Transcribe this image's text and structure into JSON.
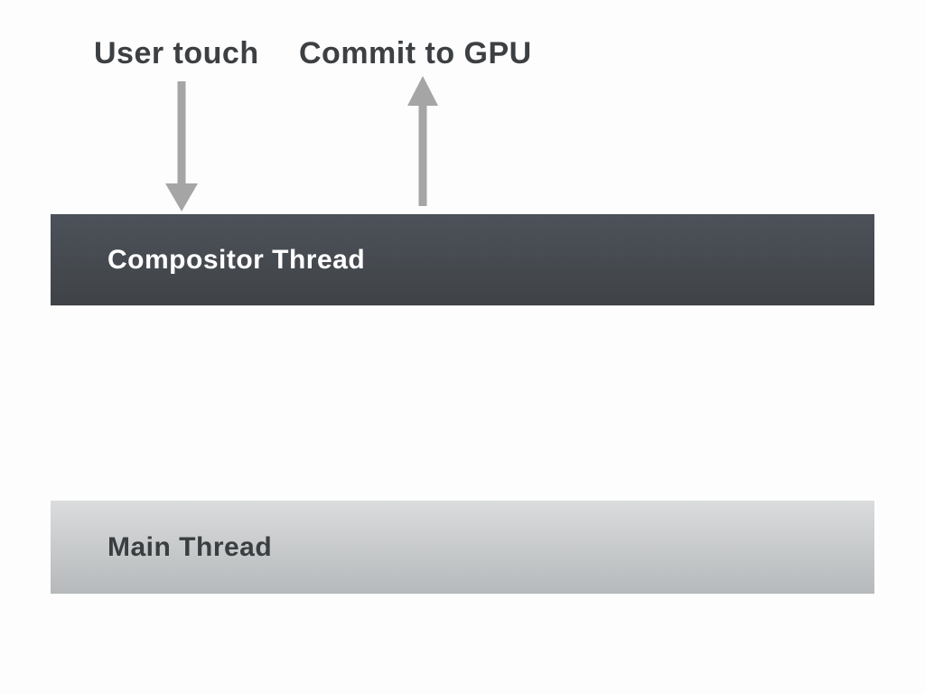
{
  "annotations": {
    "user_touch": {
      "label": "User touch",
      "arrow_direction": "down"
    },
    "commit_to_gpu": {
      "label": "Commit to GPU",
      "arrow_direction": "up"
    }
  },
  "lanes": {
    "compositor_thread": {
      "label": "Compositor Thread"
    },
    "main_thread": {
      "label": "Main Thread"
    }
  },
  "icons": {
    "down_arrow": "arrow-down-icon",
    "up_arrow": "arrow-up-icon"
  },
  "colors": {
    "background": "#fdfdfd",
    "label_text": "#3d4043",
    "arrow": "#a5a5a5",
    "compositor_top": "#4d525a",
    "compositor_bottom": "#3f4347",
    "compositor_text": "#ffffff",
    "main_top": "#dadcdd",
    "main_bottom": "#b6b9bb",
    "main_text": "#3b3e41"
  }
}
